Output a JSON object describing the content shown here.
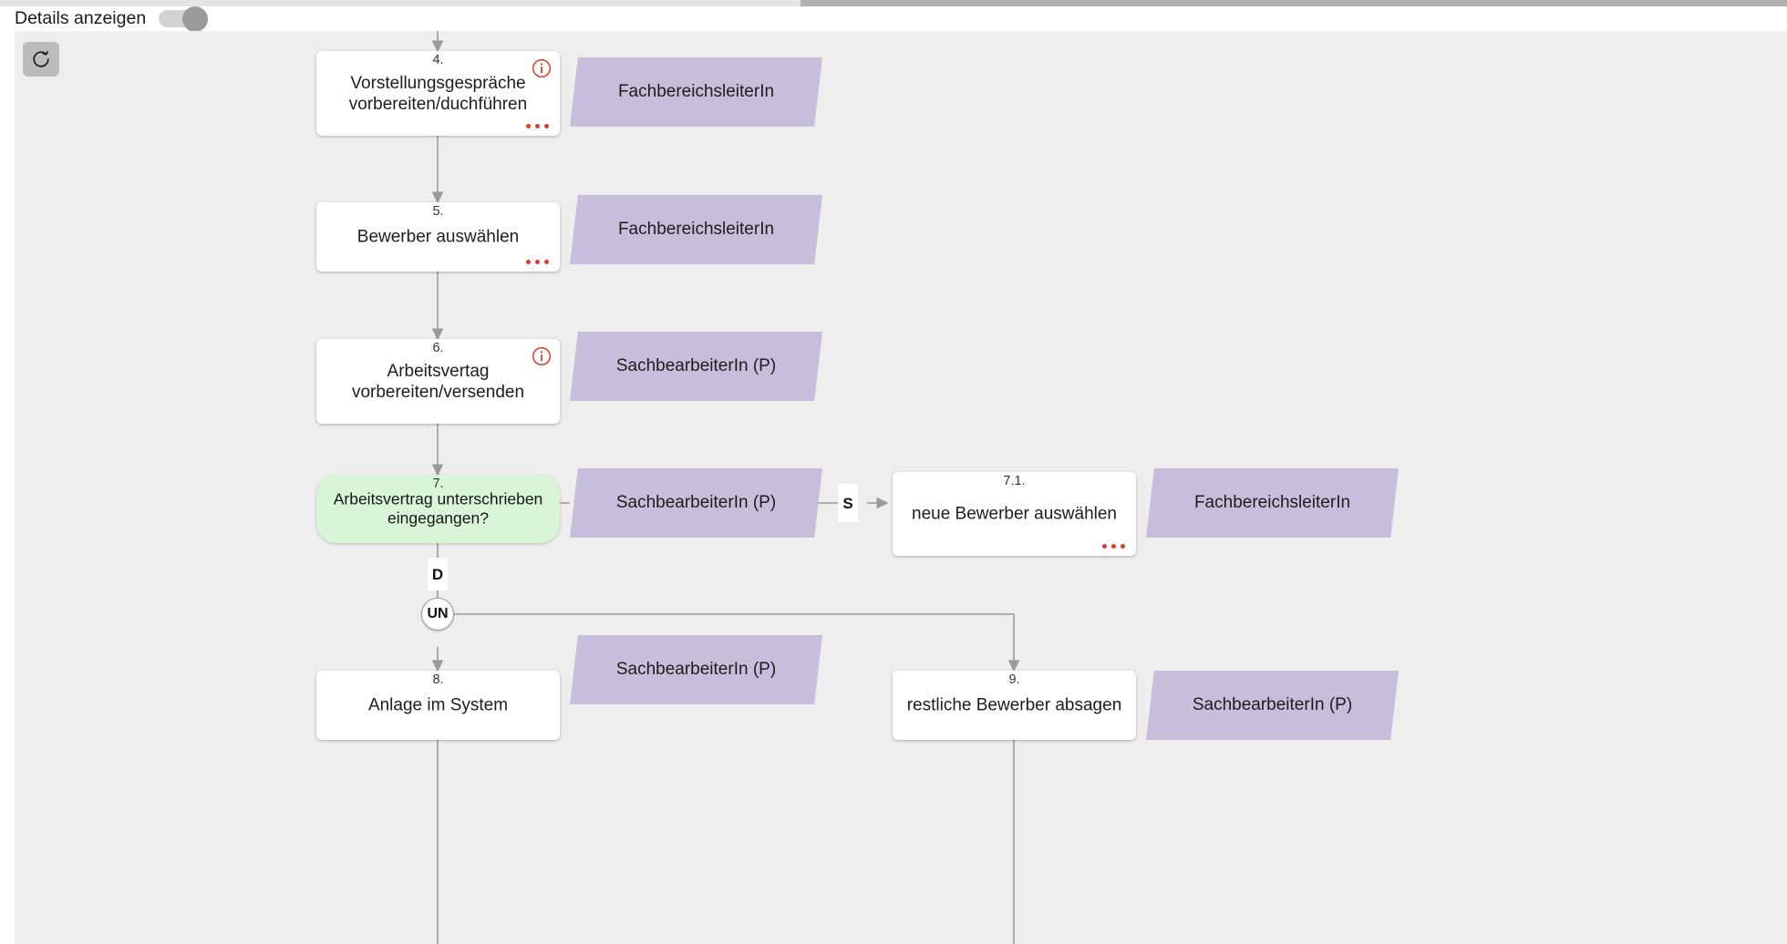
{
  "header": {
    "toggle_label": "Details anzeigen",
    "toggle_state": "off"
  },
  "toolbar": {
    "refresh_icon": "refresh-icon"
  },
  "colors": {
    "canvas_bg": "#eeeeee",
    "node_bg": "#ffffff",
    "decision_bg": "#d8f5d8",
    "role_bg": "#c6bedb",
    "accent_red": "#e23b25",
    "edge_gray": "#8c8c8c"
  },
  "diagram": {
    "nodes": [
      {
        "id": "n4",
        "number": "4.",
        "label": "Vorstellungsgespräche\nvorbereiten/duchführen",
        "type": "task",
        "has_info": true,
        "has_menu": true
      },
      {
        "id": "n5",
        "number": "5.",
        "label": "Bewerber auswählen",
        "type": "task",
        "has_info": false,
        "has_menu": true
      },
      {
        "id": "n6",
        "number": "6.",
        "label": "Arbeitsvertag\nvorbereiten/versenden",
        "type": "task",
        "has_info": true,
        "has_menu": false
      },
      {
        "id": "n7",
        "number": "7.",
        "label": "Arbeitsvertrag unterschrieben\neingegangen?",
        "type": "decision",
        "has_info": false,
        "has_menu": false
      },
      {
        "id": "n71",
        "number": "7.1.",
        "label": "neue Bewerber auswählen",
        "type": "task",
        "has_info": false,
        "has_menu": true
      },
      {
        "id": "n8",
        "number": "8.",
        "label": "Anlage im System",
        "type": "task",
        "has_info": false,
        "has_menu": false
      },
      {
        "id": "n9",
        "number": "9.",
        "label": "restliche Bewerber absagen",
        "type": "task",
        "has_info": false,
        "has_menu": false
      }
    ],
    "roles": [
      {
        "id": "r4",
        "label": "FachbereichsleiterIn"
      },
      {
        "id": "r5",
        "label": "FachbereichsleiterIn"
      },
      {
        "id": "r6",
        "label": "SachbearbeiterIn (P)"
      },
      {
        "id": "r7",
        "label": "SachbearbeiterIn (P)"
      },
      {
        "id": "r71",
        "label": "FachbereichsleiterIn"
      },
      {
        "id": "r8",
        "label": "SachbearbeiterIn (P)"
      },
      {
        "id": "r9",
        "label": "SachbearbeiterIn (P)"
      }
    ],
    "edge_labels": [
      {
        "id": "e_s",
        "label": "S"
      },
      {
        "id": "e_d",
        "label": "D"
      }
    ],
    "connectors": [
      {
        "id": "c_un",
        "label": "UN"
      }
    ]
  }
}
